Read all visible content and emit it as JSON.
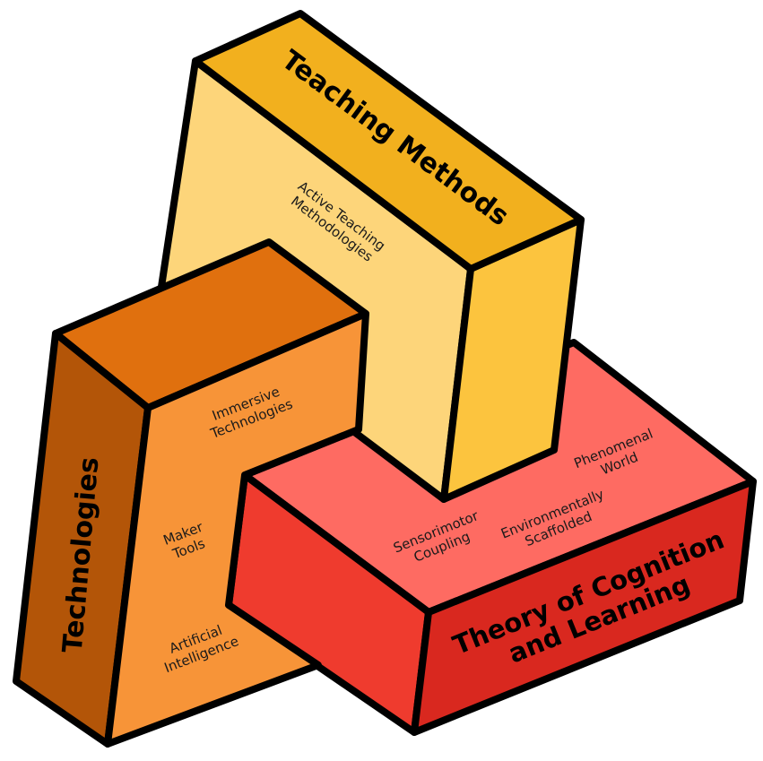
{
  "colors": {
    "teaching_top": "#f2b01e",
    "teaching_front": "#fdd57a",
    "teaching_side": "#fcc43e",
    "tech_top": "#e0700e",
    "tech_left": "#b35508",
    "tech_front": "#f79438",
    "theory_top": "#fe6b62",
    "theory_left": "#ef3b2e",
    "theory_right": "#d9281f"
  },
  "blocks": {
    "teaching": {
      "title": "Teaching Methods",
      "items": [
        "Active Teaching",
        "Methodologies"
      ]
    },
    "technologies": {
      "title": "Technologies",
      "items": [
        {
          "line1": "Immersive",
          "line2": "Technologies"
        },
        {
          "line1": "Maker",
          "line2": "Tools"
        },
        {
          "line1": "Artificial",
          "line2": "Intelligence"
        }
      ]
    },
    "theory": {
      "title_line1": "Theory of Cognition",
      "title_line2": "and Learning",
      "items": [
        {
          "line1": "Sensorimotor",
          "line2": "Coupling"
        },
        {
          "line1": "Environmentally",
          "line2": "Scaffolded"
        },
        {
          "line1": "Phenomenal",
          "line2": "World"
        }
      ]
    }
  }
}
